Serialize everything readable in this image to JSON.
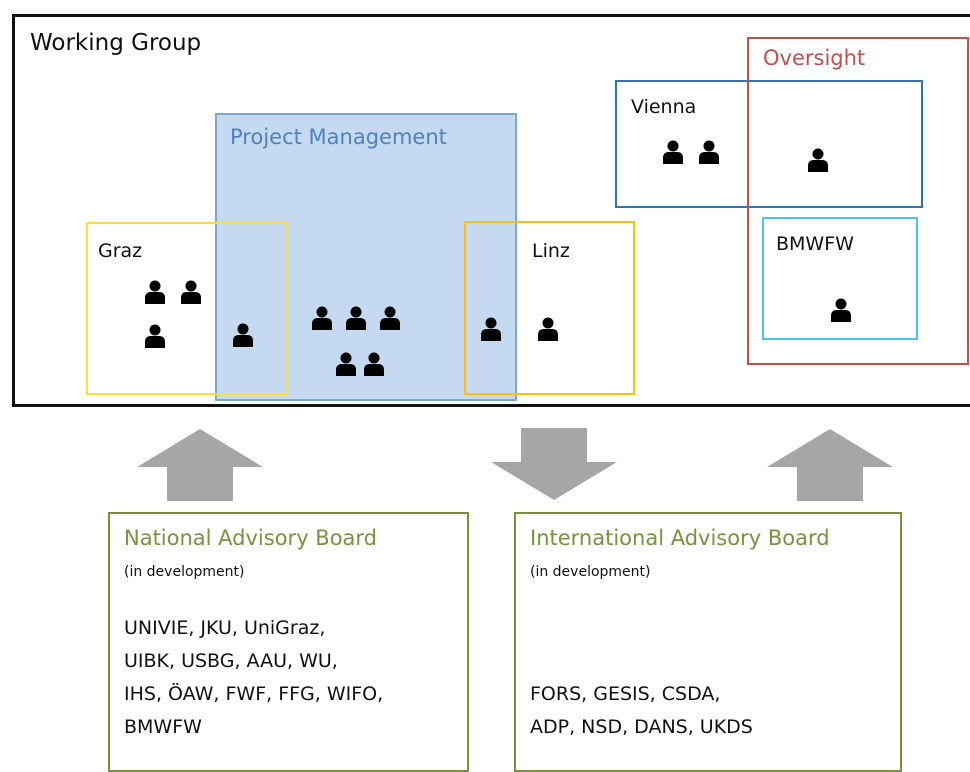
{
  "working_group": {
    "title": "Working Group"
  },
  "project_management": {
    "title": "Project Management"
  },
  "groups": {
    "graz": "Graz",
    "linz": "Linz",
    "vienna": "Vienna",
    "oversight": "Oversight",
    "bmwfw": "BMWFW"
  },
  "icon": "person-icon",
  "colors": {
    "project_management_fill": "#c5d9f1",
    "project_management_text": "#4f81bd",
    "graz_border": "#ffe135",
    "linz_border": "#ffc000",
    "vienna_border": "#2e75b6",
    "oversight_border": "#c0504d",
    "bmwfw_border": "#4dc3f0",
    "board_border": "#77933c",
    "arrow": "#a6a6a6"
  },
  "national_board": {
    "title": "National Advisory Board",
    "subtitle": "(in development)",
    "members": [
      "UNIVIE, JKU, UniGraz,",
      "UIBK, USBG, AAU, WU,",
      "IHS, ÖAW, FWF, FFG, WIFO,",
      "BMWFW"
    ]
  },
  "international_board": {
    "title": "International Advisory Board",
    "subtitle": "(in development)",
    "members": [
      "FORS, GESIS, CSDA,",
      "ADP, NSD, DANS, UKDS"
    ]
  }
}
